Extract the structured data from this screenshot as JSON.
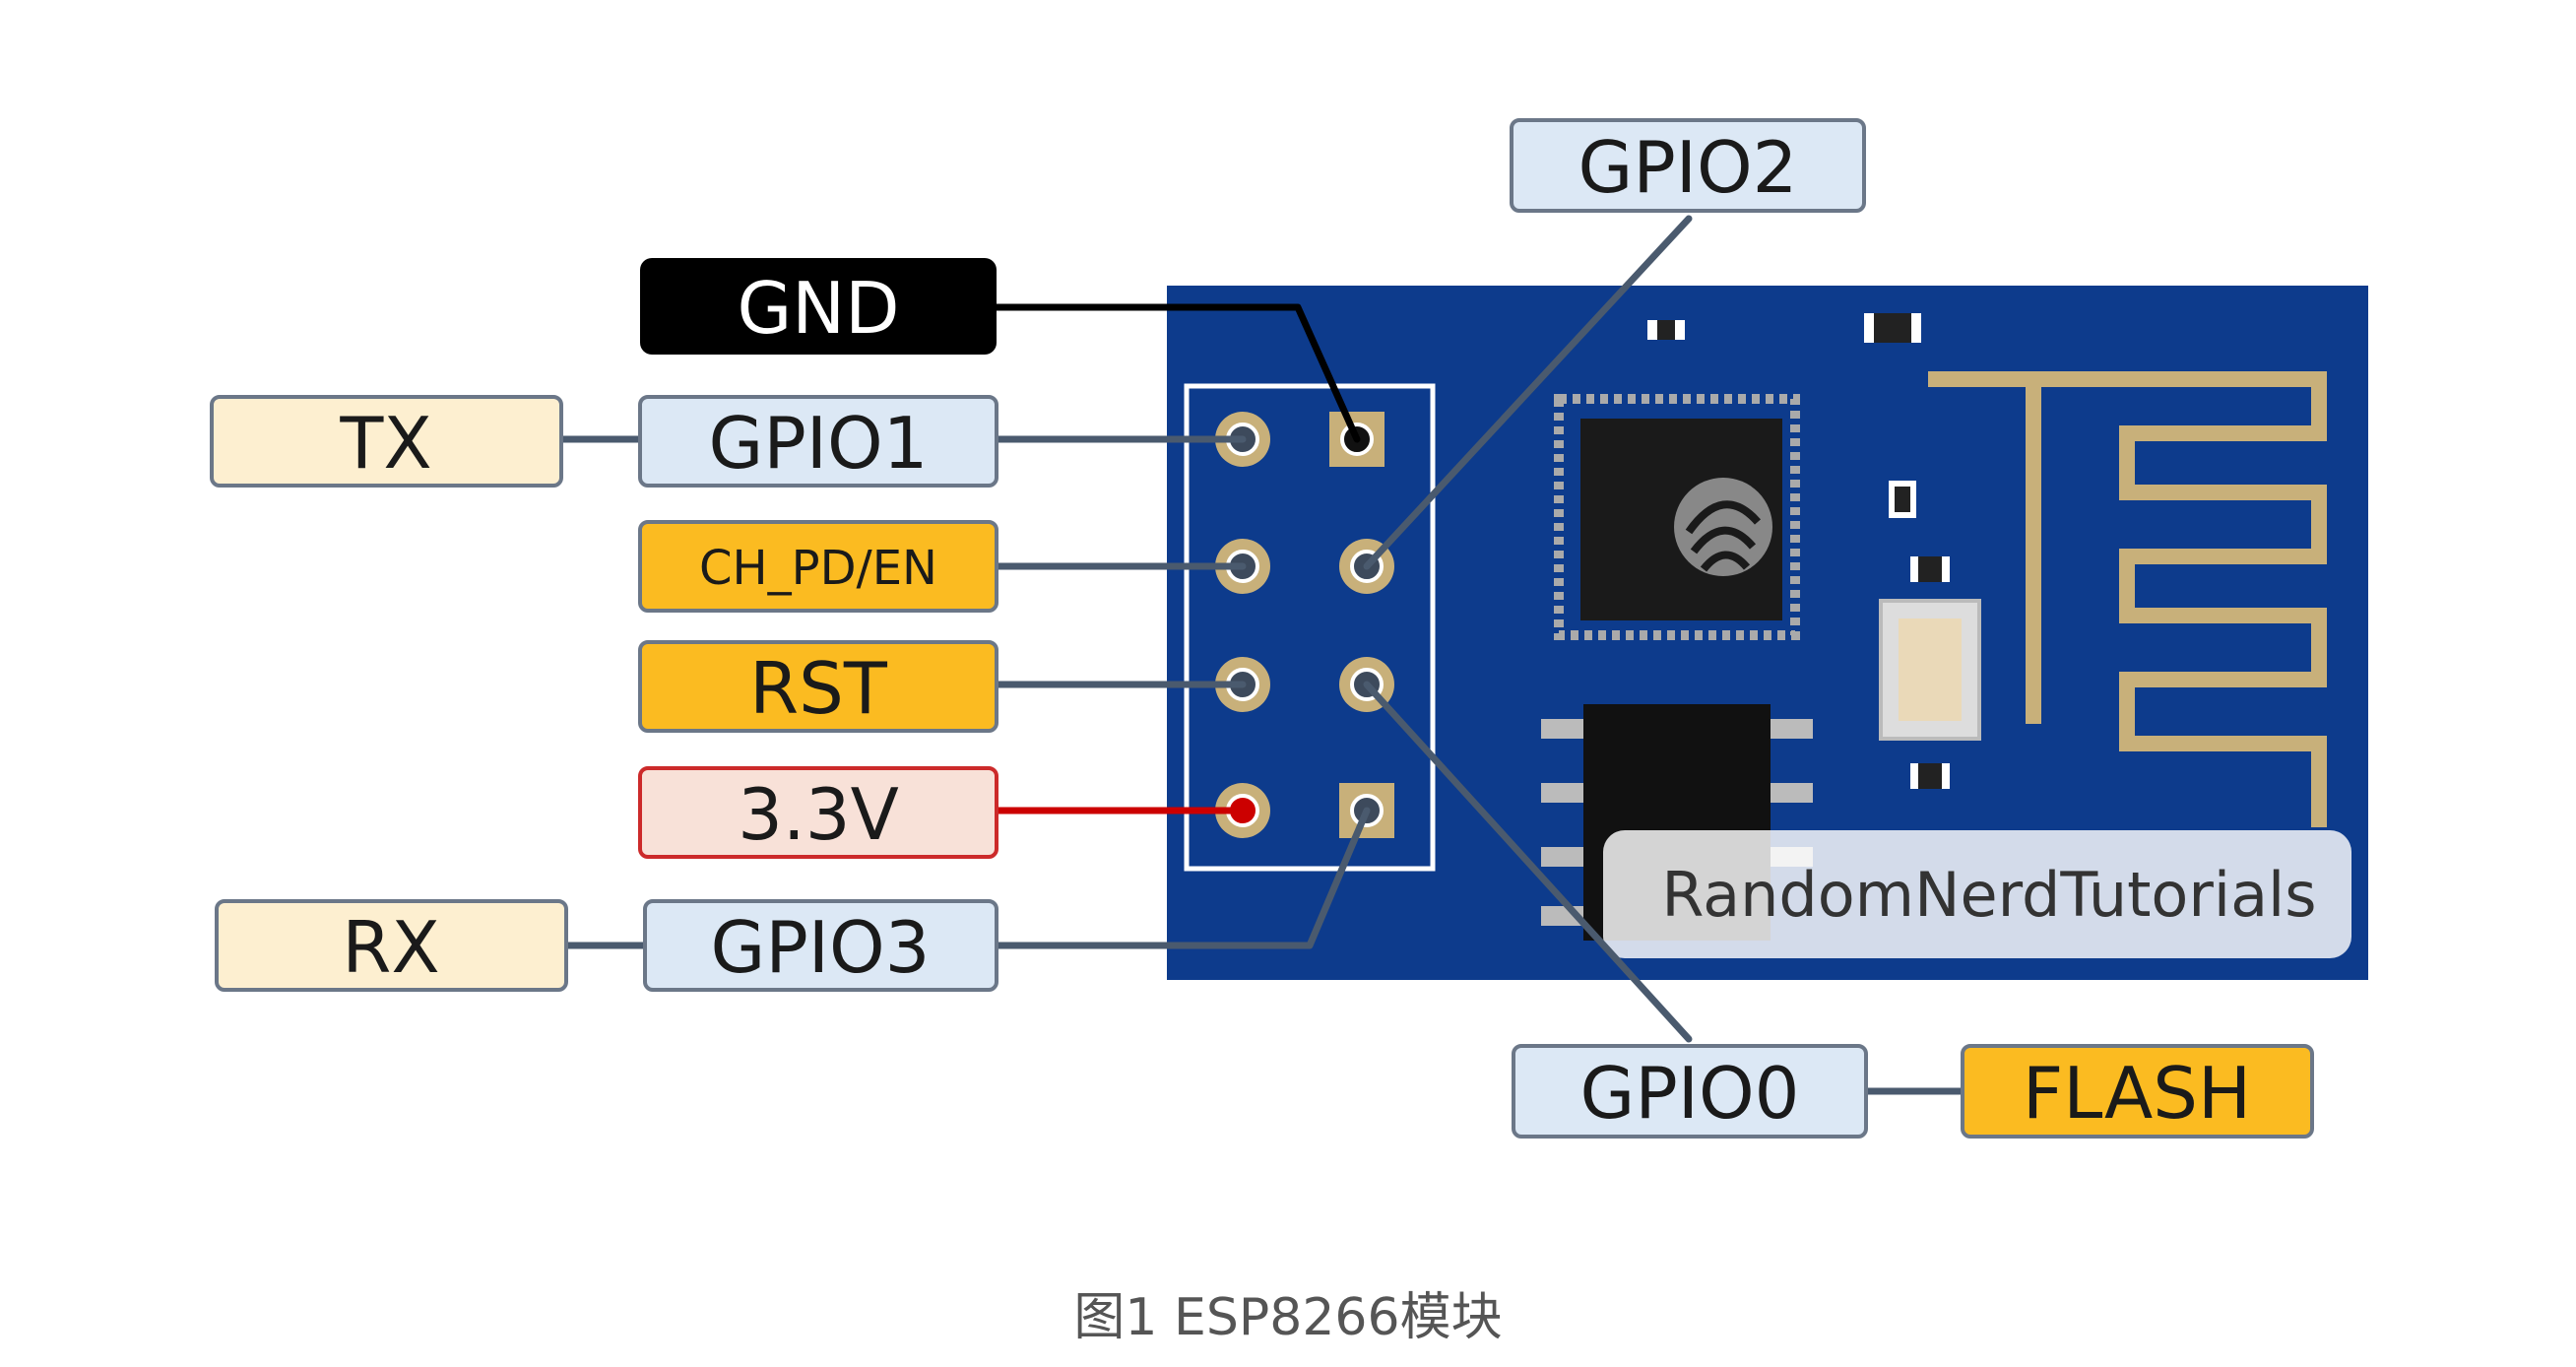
{
  "labels": {
    "gnd": "GND",
    "tx": "TX",
    "gpio1": "GPIO1",
    "ch_pd_en": "CH_PD/EN",
    "rst": "RST",
    "v33": "3.3V",
    "rx": "RX",
    "gpio3": "GPIO3",
    "gpio2": "GPIO2",
    "gpio0": "GPIO0",
    "flash": "FLASH"
  },
  "watermark": "RandomNerdTutorials",
  "caption": "图1 ESP8266模块",
  "colors": {
    "board": "#0d3b8c",
    "label_light_blue": "#dce8f5",
    "label_orange": "#fbbb21",
    "label_cream": "#fdefd0",
    "label_pink": "#f8e1d8",
    "label_black": "#000000",
    "wire_gray": "#4a5a6e",
    "wire_red": "#cc0000",
    "pin_gold": "#c8b07a",
    "antenna": "#c8b07a"
  }
}
